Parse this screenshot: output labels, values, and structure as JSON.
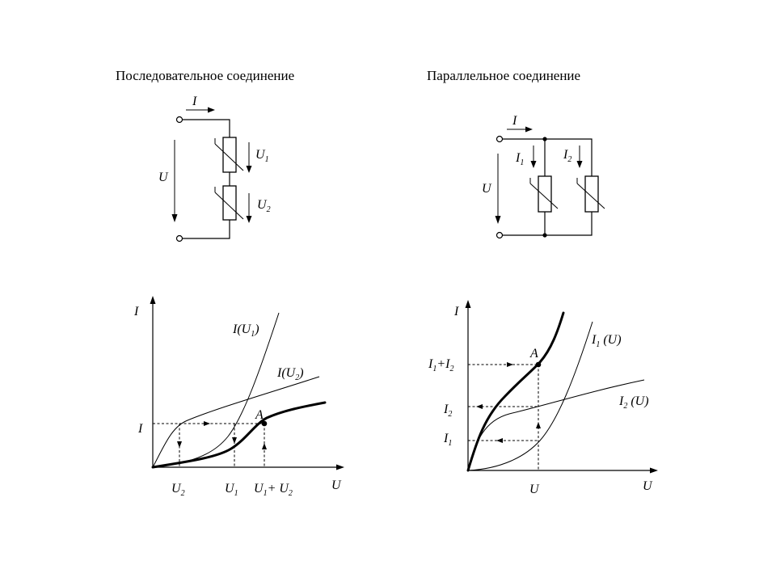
{
  "series_circuit": {
    "title": "Последовательное соединение",
    "current_label": "I",
    "voltage_label": "U",
    "u1": {
      "main": "U",
      "sub": "1"
    },
    "u2": {
      "main": "U",
      "sub": "2"
    }
  },
  "parallel_circuit": {
    "title": "Параллельное соединение",
    "current_label": "I",
    "voltage_label": "U",
    "i1": {
      "main": "I",
      "sub": "1"
    },
    "i2": {
      "main": "I",
      "sub": "2"
    }
  },
  "series_graph": {
    "y_axis": "I",
    "x_axis": "U",
    "curve1": {
      "pre": "I(U",
      "sub": "1",
      "post": ")"
    },
    "curve2": {
      "pre": "I(U",
      "sub": "2",
      "post": ")"
    },
    "point": "A",
    "i_mark": "I",
    "x_mark_u2": {
      "main": "U",
      "sub": "2"
    },
    "x_mark_u1": {
      "main": "U",
      "sub": "1"
    },
    "x_mark_sum": {
      "a": "U",
      "a_sub": "1",
      "plus": "+ U",
      "b_sub": "2"
    }
  },
  "parallel_graph": {
    "y_axis": "I",
    "x_axis": "U",
    "curve1": {
      "main": "I",
      "sub": "1",
      "post": " (U)"
    },
    "curve2": {
      "main": "I",
      "sub": "2",
      "post": " (U)"
    },
    "point": "A",
    "y_mark_sum": {
      "a": "I",
      "a_sub": "1",
      "plus": "+I",
      "b_sub": "2"
    },
    "y_mark_i2": {
      "main": "I",
      "sub": "2"
    },
    "y_mark_i1": {
      "main": "I",
      "sub": "1"
    },
    "x_mark_u": "U"
  }
}
